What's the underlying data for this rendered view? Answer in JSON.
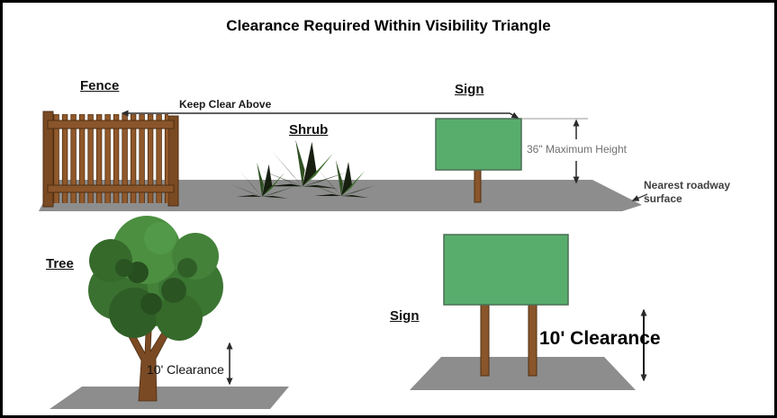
{
  "title": "Clearance Required Within Visibility Triangle",
  "colors": {
    "sign_green": "#58ad6c",
    "road_gray": "#8d8d8d"
  },
  "top_scene": {
    "fence_label": "Fence",
    "keep_clear_label": "Keep Clear Above",
    "shrub_label": "Shrub",
    "sign_label": "Sign",
    "max_height_label": "36\" Maximum Height",
    "roadway_label": "Nearest roadway surface"
  },
  "bottom_scene": {
    "tree_label": "Tree",
    "tree_clearance_label": "10' Clearance",
    "sign_label": "Sign",
    "sign_clearance_label": "10' Clearance"
  }
}
